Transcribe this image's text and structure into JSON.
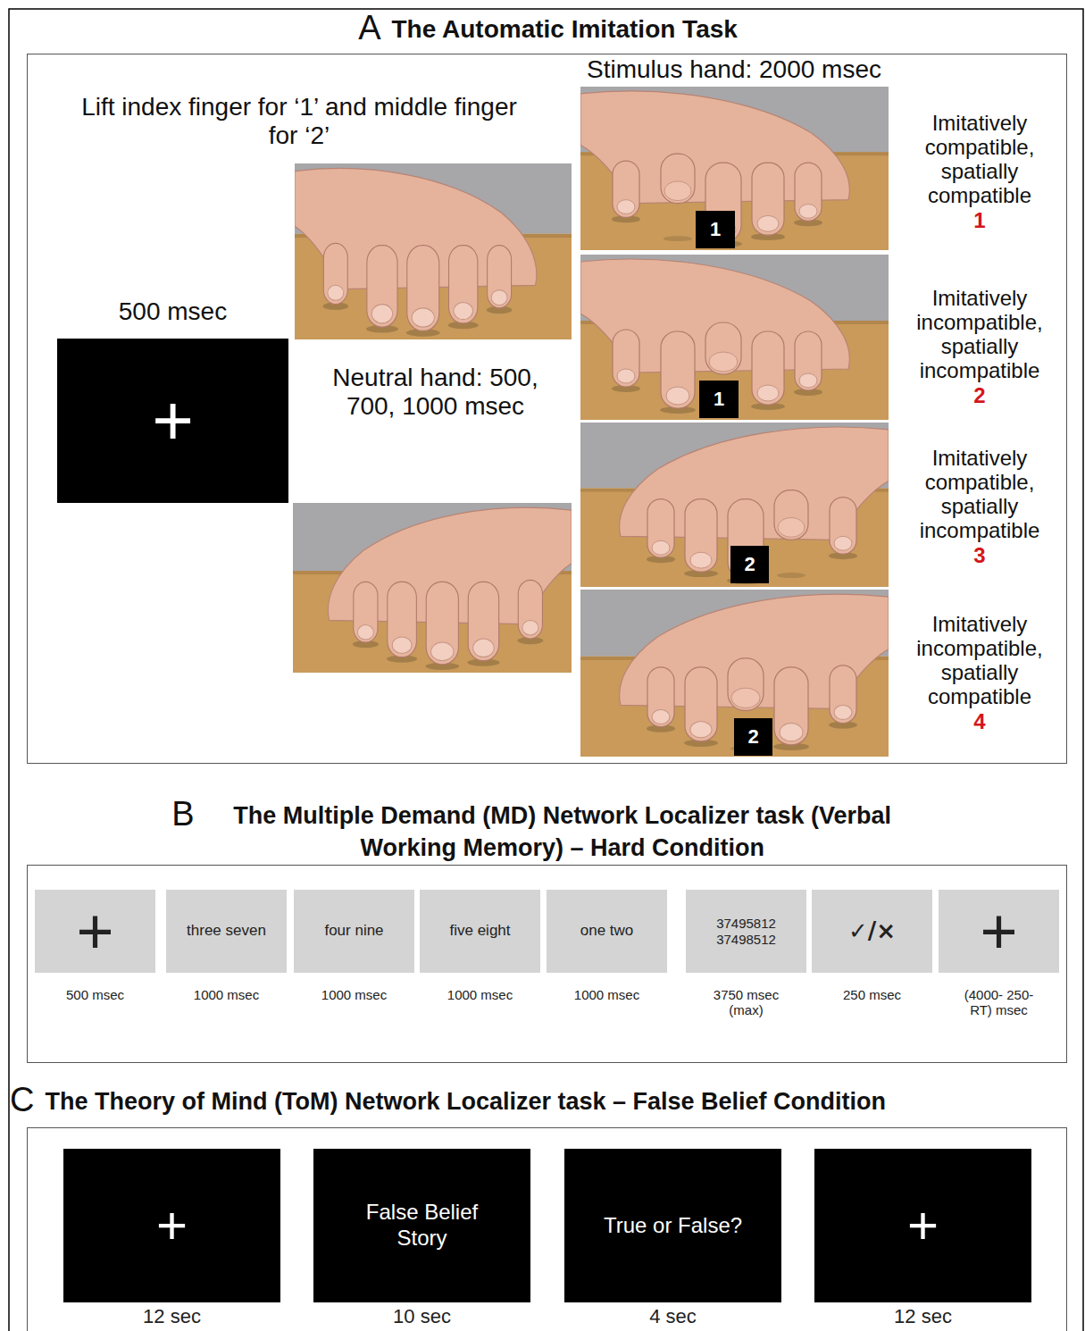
{
  "diagram": {
    "nodes": [
      {
        "text": [
          "A",
          "The Automatic Imitation Task"
        ]
      },
      {
        "text": [
          "500 msec",
          "+"
        ],
        "in": 0
      },
      {
        "text": [
          "1"
        ],
        "in": 0
      },
      {
        "text": [
          "1"
        ],
        "in": 0
      },
      {
        "text": [
          "2"
        ],
        "in": 0
      },
      {
        "text": [
          "2"
        ],
        "in": 0
      },
      {
        "text": [
          "B",
          "The Multiple Demand (MD) Network Localizer task (Verbal Working Memory) – Hard Condition"
        ]
      },
      {
        "text": [
          "+",
          "500 msec"
        ],
        "in": 6
      },
      {
        "text": [
          "three seven",
          "1000 msec"
        ],
        "in": 6
      },
      {
        "text": [
          "four nine",
          "1000 msec"
        ],
        "in": 6
      },
      {
        "text": [
          "five eight",
          "1000 msec"
        ],
        "in": 6
      },
      {
        "text": [
          "one two",
          "1000 msec"
        ],
        "in": 6
      },
      {
        "text": [
          "37495812 37498512",
          "3750 msec (max)"
        ],
        "in": 6
      },
      {
        "text": [
          "✓/×",
          "250 msec"
        ],
        "in": 6
      },
      {
        "text": [
          "+",
          "(4000- 250-RT) msec"
        ],
        "in": 6
      },
      {
        "text": [
          "C",
          "The Theory of Mind (ToM) Network Localizer task – False Belief Condition"
        ]
      },
      {
        "text": [
          "+",
          "12 sec"
        ],
        "in": 15
      },
      {
        "text": [
          "False Belief Story",
          "10 sec"
        ],
        "in": 15
      },
      {
        "text": [
          "True or False?",
          "4 sec"
        ],
        "in": 15
      },
      {
        "text": [
          "+",
          "12 sec"
        ],
        "in": 15
      }
    ],
    "labels": [
      "Stimulus hand: 2000 msec",
      "Lift index finger for ‘1’ and middle finger for ‘2’",
      "Neutral hand: 500, 700, 1000 msec",
      "Imitatively compatible, spatially compatible",
      "1",
      "Imitatively incompatible, spatially incompatible",
      "2",
      "Imitatively compatible, spatially incompatible",
      "3",
      "Imitatively incompatible, spatially compatible",
      "4"
    ]
  }
}
